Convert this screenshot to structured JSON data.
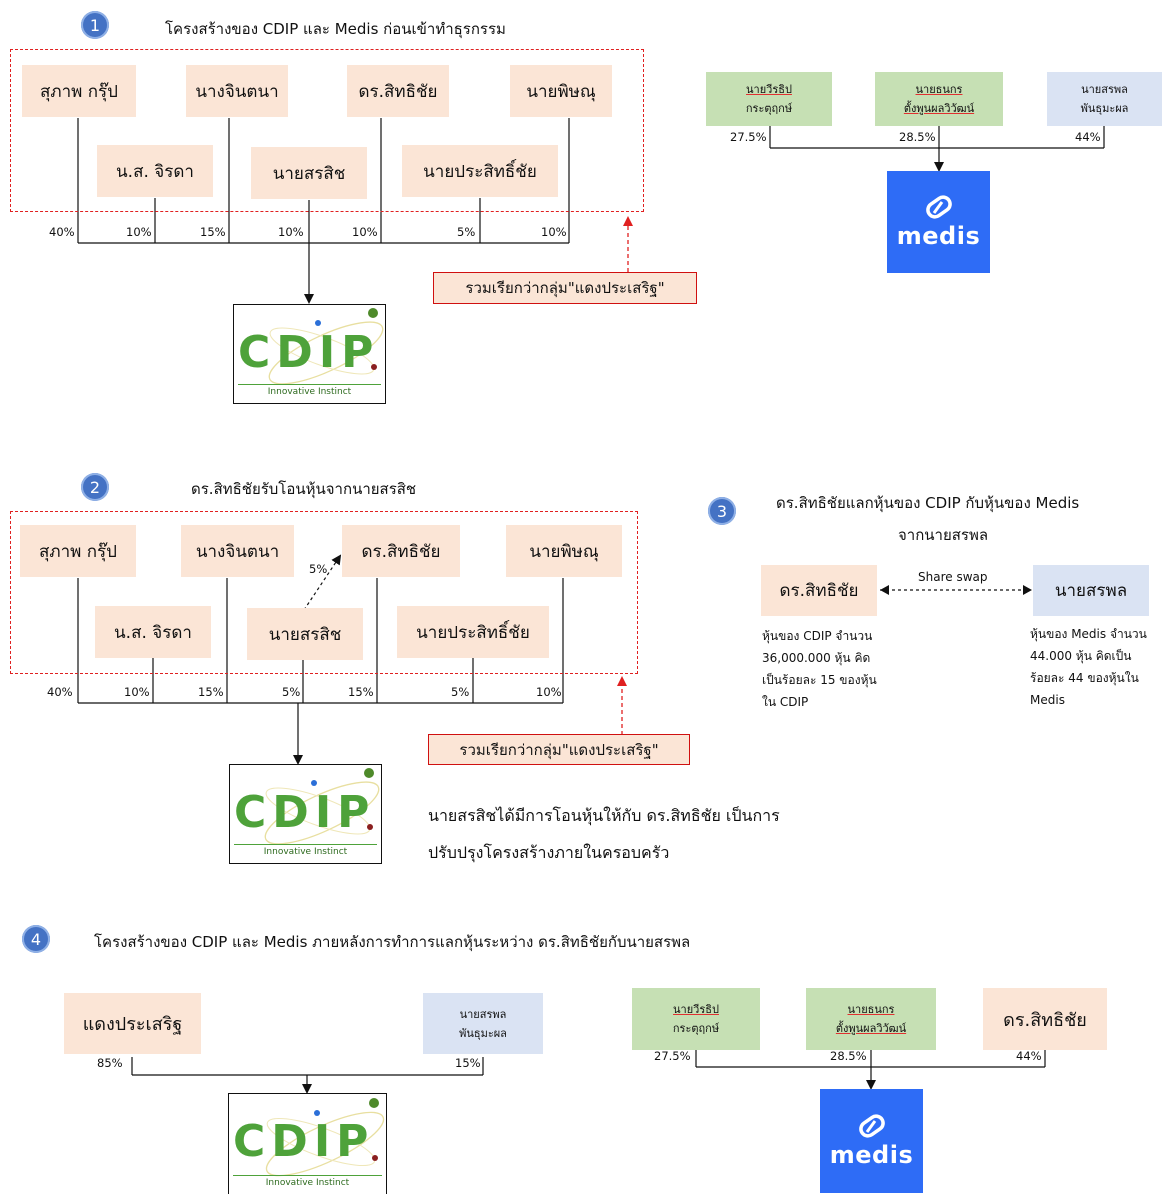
{
  "s1": {
    "num": "1",
    "title": "โครงสร้างของ CDIP และ Medis ก่อนเข้าทำธุรกรรม",
    "people": [
      "สุภาพ กรุ๊ป",
      "น.ส. จิรดา",
      "นางจินตนา",
      "นายสรสิช",
      "ดร.สิทธิชัย",
      "นายประสิทธิ์ชัย",
      "นายพิษณุ"
    ],
    "pcts": [
      "40%",
      "10%",
      "15%",
      "10%",
      "10%",
      "5%",
      "10%"
    ],
    "group_label": "รวมเรียกว่ากลุ่ม\"แดงประเสริฐ\"",
    "medis_holders": [
      {
        "line1": "นายวีรธิป",
        "line2": "กระตุฤกษ์",
        "pct": "27.5%"
      },
      {
        "line1": "นายธนกร",
        "line2": "ตั้งพูนผลวิวัฒน์",
        "pct": "28.5%"
      },
      {
        "line1": "นายสรพล",
        "line2": "พันธุมะผล",
        "pct": "44%"
      }
    ]
  },
  "s2": {
    "num": "2",
    "title": "ดร.สิทธิชัยรับโอนหุ้นจากนายสรสิช",
    "people": [
      "สุภาพ กรุ๊ป",
      "น.ส. จิรดา",
      "นางจินตนา",
      "นายสรสิช",
      "ดร.สิทธิชัย",
      "นายประสิทธิ์ชัย",
      "นายพิษณุ"
    ],
    "pcts": [
      "40%",
      "10%",
      "15%",
      "5%",
      "15%",
      "5%",
      "10%"
    ],
    "transfer_pct": "5%",
    "group_label": "รวมเรียกว่ากลุ่ม\"แดงประเสริฐ\"",
    "para_line1": "นายสรสิชได้มีการโอนหุ้นให้กับ ดร.สิทธิชัย เป็นการ",
    "para_line2": "ปรับปรุงโครงสร้างภายในครอบครัว"
  },
  "s3": {
    "num": "3",
    "title_line1": "ดร.สิทธิชัยแลกหุ้นของ CDIP กับหุ้นของ Medis",
    "title_line2": "จากนายสรพล",
    "left_box": "ดร.สิทธิชัย",
    "right_box": "นายสรพล",
    "swap_label": "Share swap",
    "left_note": [
      "หุ้นของ CDIP จำนวน",
      "36,000.000 หุ้น คิด",
      "เป็นร้อยละ 15 ของหุ้น",
      "ใน CDIP"
    ],
    "right_note": [
      "หุ้นของ Medis จำนวน",
      "44.000 หุ้น คิดเป็น",
      "ร้อยละ 44 ของหุ้นใน",
      "Medis"
    ]
  },
  "s4": {
    "num": "4",
    "title": "โครงสร้างของ CDIP และ Medis ภายหลังการทำการแลกหุ้นระหว่าง ดร.สิทธิชัยกับนายสรพล",
    "cdip_holders": [
      {
        "label": "แดงประเสริฐ",
        "pct": "85%"
      },
      {
        "line1": "นายสรพล",
        "line2": "พันธุมะผล",
        "pct": "15%"
      }
    ],
    "medis_holders": [
      {
        "line1": "นายวีรธิป",
        "line2": "กระตุฤกษ์",
        "pct": "27.5%"
      },
      {
        "line1": "นายธนกร",
        "line2": "ตั้งพูนผลวิวัฒน์",
        "pct": "28.5%"
      },
      {
        "label": "ดร.สิทธิชัย",
        "pct": "44%"
      }
    ]
  },
  "logos": {
    "cdip_letters": "CDIP",
    "cdip_tag": "Innovative  Instinct",
    "medis_word": "medis"
  },
  "colors": {
    "person_box": "#fbe5d6",
    "green_box": "#c6e0b4",
    "blue_box": "#dae3f3",
    "medis_blue": "#2e6cf6",
    "dash_red": "#e02020",
    "badge_blue": "#4472c4"
  }
}
